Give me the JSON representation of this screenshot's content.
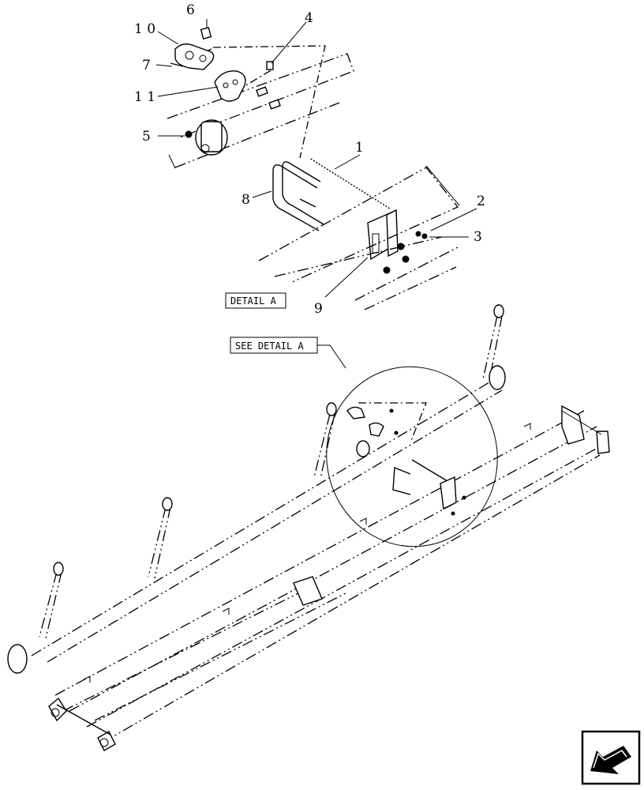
{
  "callouts": [
    {
      "id": "c1",
      "text": "1"
    },
    {
      "id": "c2",
      "text": "2"
    },
    {
      "id": "c3",
      "text": "3"
    },
    {
      "id": "c4",
      "text": "4"
    },
    {
      "id": "c5",
      "text": "5"
    },
    {
      "id": "c6",
      "text": "6"
    },
    {
      "id": "c7",
      "text": "7"
    },
    {
      "id": "c8",
      "text": "8"
    },
    {
      "id": "c9",
      "text": "9"
    },
    {
      "id": "c10",
      "text": "1 0"
    },
    {
      "id": "c11",
      "text": "1 1"
    }
  ],
  "labels": {
    "detail": "DETAIL A",
    "see_detail": "SEE DETAIL A"
  },
  "nav_icon": "next-page-arrow-icon"
}
